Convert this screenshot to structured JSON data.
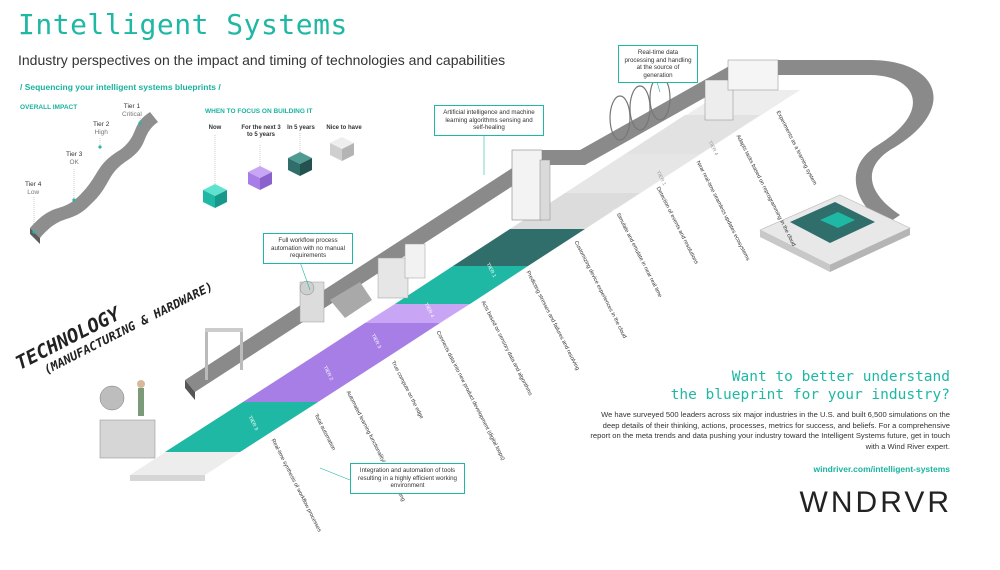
{
  "header": {
    "title": "Intelligent Systems",
    "subtitle": "Industry perspectives on the impact and timing of technologies and capabilities",
    "section": "/ Sequencing your intelligent systems blueprints /"
  },
  "impact": {
    "heading": "OVERALL IMPACT",
    "tiers": [
      {
        "name": "Tier 1",
        "desc": "Critical"
      },
      {
        "name": "Tier 2",
        "desc": "High"
      },
      {
        "name": "Tier 3",
        "desc": "OK"
      },
      {
        "name": "Tier 4",
        "desc": "Low"
      }
    ]
  },
  "focus": {
    "heading": "WHEN TO FOCUS ON BUILDING IT",
    "options": [
      "Now",
      "For the next 3 to 5 years",
      "In 5 years",
      "Nice to have"
    ]
  },
  "technology": {
    "line1": "TECHNOLOGY",
    "line2": "(MANUFACTURING & HARDWARE)"
  },
  "steps": [
    "Real-time synthesis of workflow processes",
    "Total automation",
    "Automated learning functionality/ machine learning",
    "True compute on the edge",
    "Connects data into new product development (digital loops)",
    "Acts based on sensory data and algorithms",
    "Predicting stresses and failures and resolving",
    "Customizing device experiences in the cloud",
    "Simulate and emulate in near real time",
    "Detection of events and resolutions",
    "Near real-time seamless updates ecosystems",
    "Adapts tasks based on reprogramming in the cloud",
    "Experiments as a learning system"
  ],
  "tier_tags": [
    "TIER 3",
    "TIER 2",
    "TIER 3",
    "TIER 4",
    "TIER 1",
    "TIER 2",
    "TIER 1",
    "TIER 4"
  ],
  "callouts": {
    "workflow": "Full workflow process automation with no manual requirements",
    "ai": "Artificial intelligence and machine learning algorithms sensing and self-healing",
    "realtime": "Real-time data processing and handling at the source of generation",
    "integration": "Integration and automation of tools resulting in a highly efficient working environment"
  },
  "cta": {
    "heading_line1": "Want to better understand",
    "heading_line2": "the blueprint for your industry?",
    "body": "We have surveyed 500 leaders across six major industries in the U.S. and built 6,500 simulations on the deep details of their thinking, actions, processes, metrics for success, and beliefs. For a comprehensive report on the meta trends and data pushing your industry toward the Intelligent Systems future, get in touch with a Wind River expert.",
    "link": "windriver.com/intelligent-systems",
    "logo": "WNDRVR"
  },
  "colors": {
    "teal": "#1fb8a4",
    "purple": "#9b6bd6",
    "dark_teal": "#2f6e6a",
    "grey": "#8f8f8f"
  }
}
